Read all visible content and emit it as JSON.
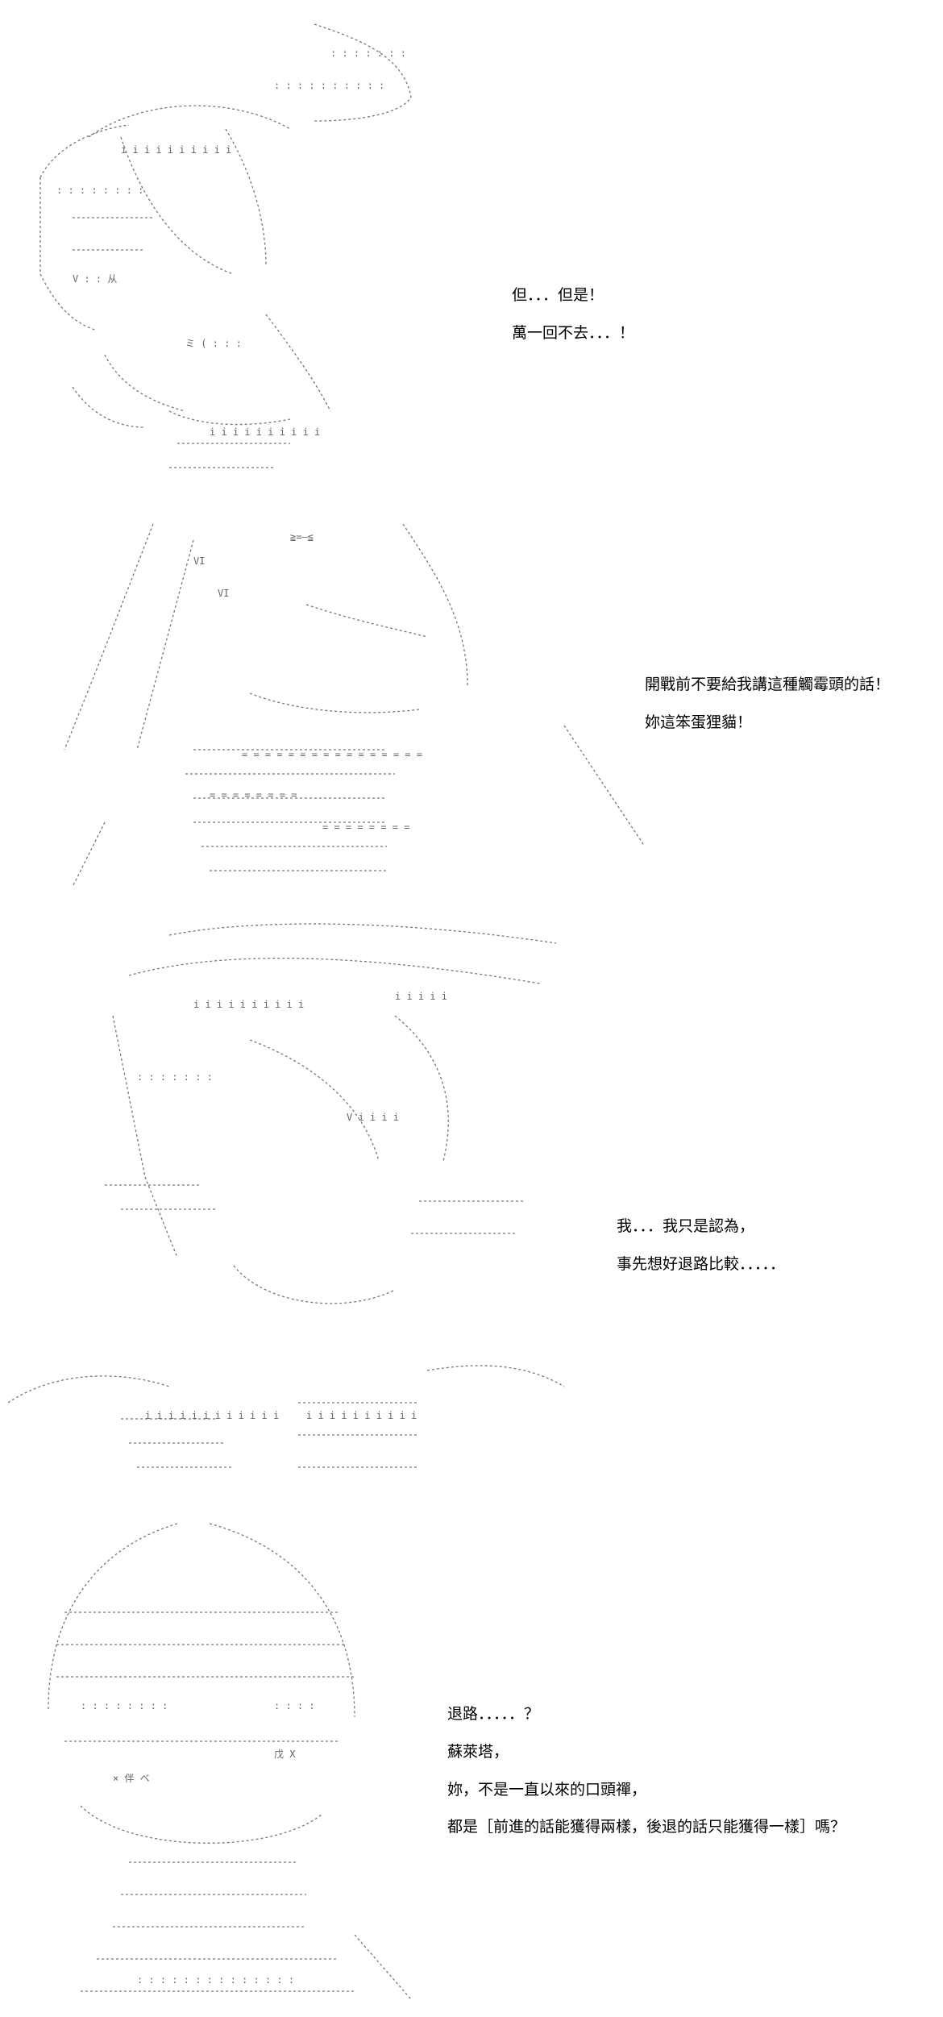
{
  "panels": [
    {
      "lines": [
        "但．．．但是！",
        "萬一回不去．．．！"
      ]
    },
    {
      "lines": [
        "開戰前不要給我講這種觸霉頭的話！",
        "妳這笨蛋狸貓！"
      ]
    },
    {
      "lines": [
        "我．．．我只是認為，",
        "事先想好退路比較．．．．．"
      ]
    },
    {
      "lines": [
        "退路．．．．．？",
        "蘇萊塔，",
        "妳，不是一直以來的口頭禪，",
        "都是［前進的話能獲得兩樣，後退的話只能獲得一樣］嗎？"
      ]
    }
  ],
  "colors": {
    "background": "#ffffff",
    "ink": "#000000",
    "art_ink": "#555555"
  }
}
